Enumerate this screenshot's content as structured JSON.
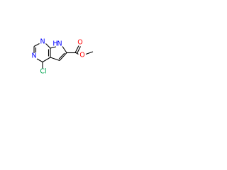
{
  "molecule": {
    "atoms": {
      "n1": {
        "symbol": "N",
        "color": "#0000ff"
      },
      "n3": {
        "symbol": "N",
        "color": "#0000ff"
      },
      "n7": {
        "symbol": "N",
        "color": "#0000ff"
      },
      "h7": {
        "symbol": "H",
        "color": "#0000ff"
      },
      "cl": {
        "symbol": "Cl",
        "color": "#00a651"
      },
      "o_carbonyl": {
        "symbol": "O",
        "color": "#ff0000"
      },
      "o_ester": {
        "symbol": "O",
        "color": "#ff0000"
      }
    }
  }
}
